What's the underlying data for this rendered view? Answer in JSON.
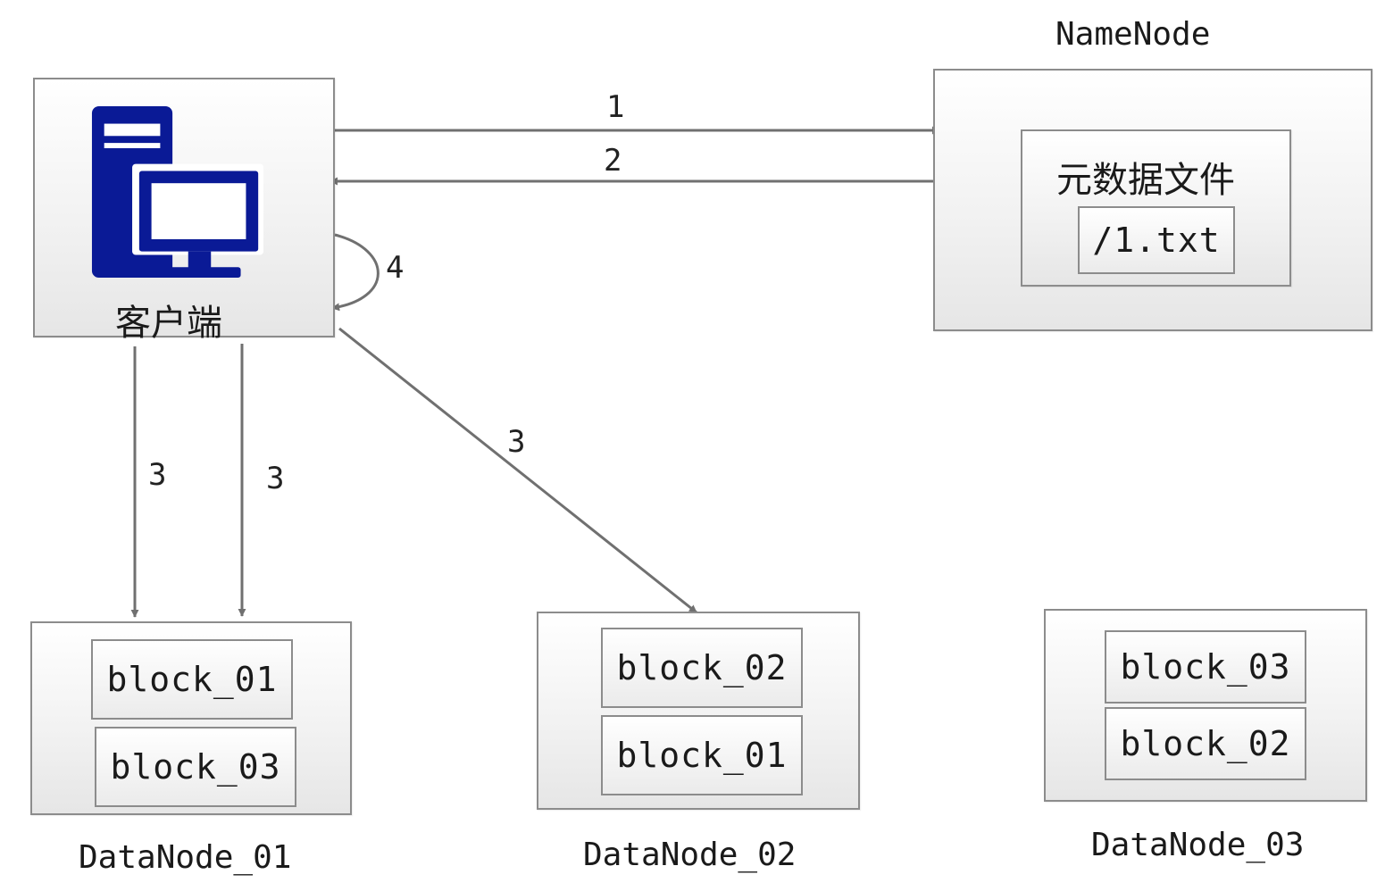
{
  "client": {
    "label": "客户端",
    "icon": "computer-icon"
  },
  "namenode": {
    "title": "NameNode",
    "metadata": {
      "title": "元数据文件",
      "file": "/1.txt"
    }
  },
  "datanodes": [
    {
      "title": "DataNode_01",
      "blocks": [
        "block_01",
        "block_03"
      ]
    },
    {
      "title": "DataNode_02",
      "blocks": [
        "block_02",
        "block_01"
      ]
    },
    {
      "title": "DataNode_03",
      "blocks": [
        "block_03",
        "block_02"
      ]
    }
  ],
  "steps": {
    "s1": "1",
    "s2": "2",
    "s3a": "3",
    "s3b": "3",
    "s3c": "3",
    "s4": "4"
  },
  "colors": {
    "icon": "#0a1a96",
    "arrow": "#707070",
    "border": "#8c8c8c"
  }
}
